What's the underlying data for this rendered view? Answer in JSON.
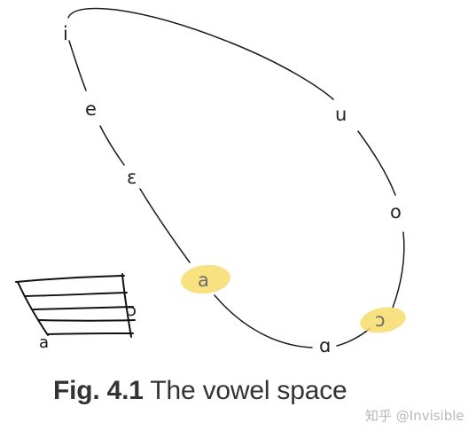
{
  "vowels": {
    "i": "i",
    "e": "e",
    "open_e": "ɛ",
    "a": "a",
    "u": "u",
    "o": "o",
    "open_o": "ɔ",
    "script_a": "ɑ"
  },
  "highlighted": [
    "a",
    "ɔ"
  ],
  "highlight_color": "#f7dc6a",
  "sketch": {
    "bottom_label": "a",
    "right_label": "ɔ"
  },
  "caption": {
    "label": "Fig. 4.1",
    "text": " The vowel space"
  },
  "watermark": "知乎 @Invisible"
}
